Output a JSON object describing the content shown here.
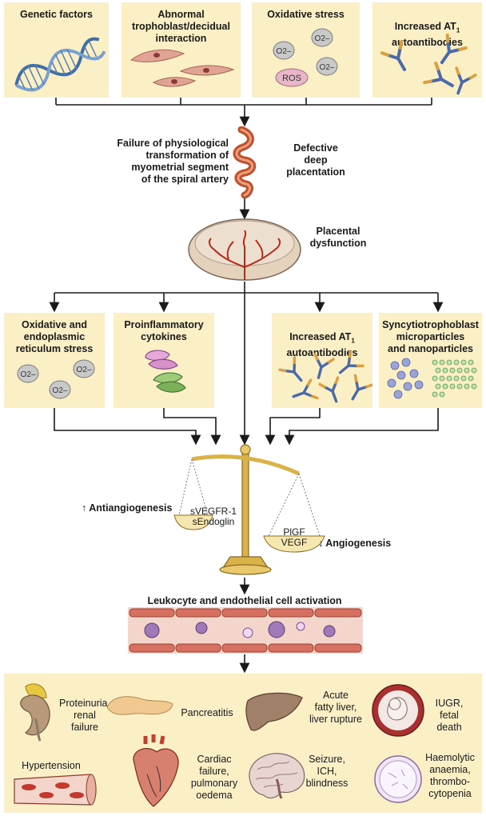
{
  "top_boxes": [
    {
      "title": "Genetic factors"
    },
    {
      "title": "Abnormal\ntrophoblast/decidual\ninteraction"
    },
    {
      "title": "Oxidative stress",
      "ros_label": "ROS",
      "o2_label": "O2–"
    },
    {
      "title": "Increased AT",
      "subscript": "1",
      "title_line2": "autoantibodies"
    }
  ],
  "spiral": {
    "left_label": "Failure of physiological\ntransformation of\nmyometrial segment\nof the spiral artery",
    "right_label": "Defective\ndeep\nplacentation"
  },
  "placenta": {
    "label": "Placental\ndysfunction"
  },
  "mid_boxes": [
    {
      "title": "Oxidative and\nendoplasmic\nreticulum stress",
      "o2_label": "O2–"
    },
    {
      "title": "Proinflammatory\ncytokines"
    },
    {
      "title": "Increased AT",
      "subscript": "1",
      "title_line2": "autoantibodies"
    },
    {
      "title": "Syncytiotrophoblast\nmicroparticles\nand nanoparticles"
    }
  ],
  "balance": {
    "left_label": "↑ Antiangiogenesis",
    "right_label": "↓ Angiogenesis",
    "left_pan": [
      "sVEGFR-1",
      "sEndoglin"
    ],
    "right_pan": [
      "PlGF",
      "VEGF"
    ]
  },
  "activation": {
    "label": "Leukocyte and endothelial cell activation"
  },
  "outcomes": [
    {
      "label": "Proteinuria,\nrenal\nfailure",
      "icon": "kidney-icon"
    },
    {
      "label": "Pancreatitis",
      "icon": "pancreas-icon"
    },
    {
      "label": "Acute\nfatty liver,\nliver rupture",
      "icon": "liver-icon"
    },
    {
      "label": "IUGR,\nfetal\ndeath",
      "icon": "fetus-icon"
    },
    {
      "label": "Hypertension",
      "icon": "vessel-icon"
    },
    {
      "label": "Cardiac\nfailure,\npulmonary\noedema",
      "icon": "heart-icon"
    },
    {
      "label": "Seizure,\nICH,\nblindness",
      "icon": "brain-icon"
    },
    {
      "label": "Haemolytic\nanaemia,\nthrombo-\ncytopenia",
      "icon": "blood-cell-icon"
    }
  ],
  "colors": {
    "box_fill": "#fbefc6",
    "molecule_fill": "#c8c8c8",
    "ros_fill": "#e8b6c8",
    "artery": "#c0502a",
    "scale_gold": "#d9b24a"
  }
}
